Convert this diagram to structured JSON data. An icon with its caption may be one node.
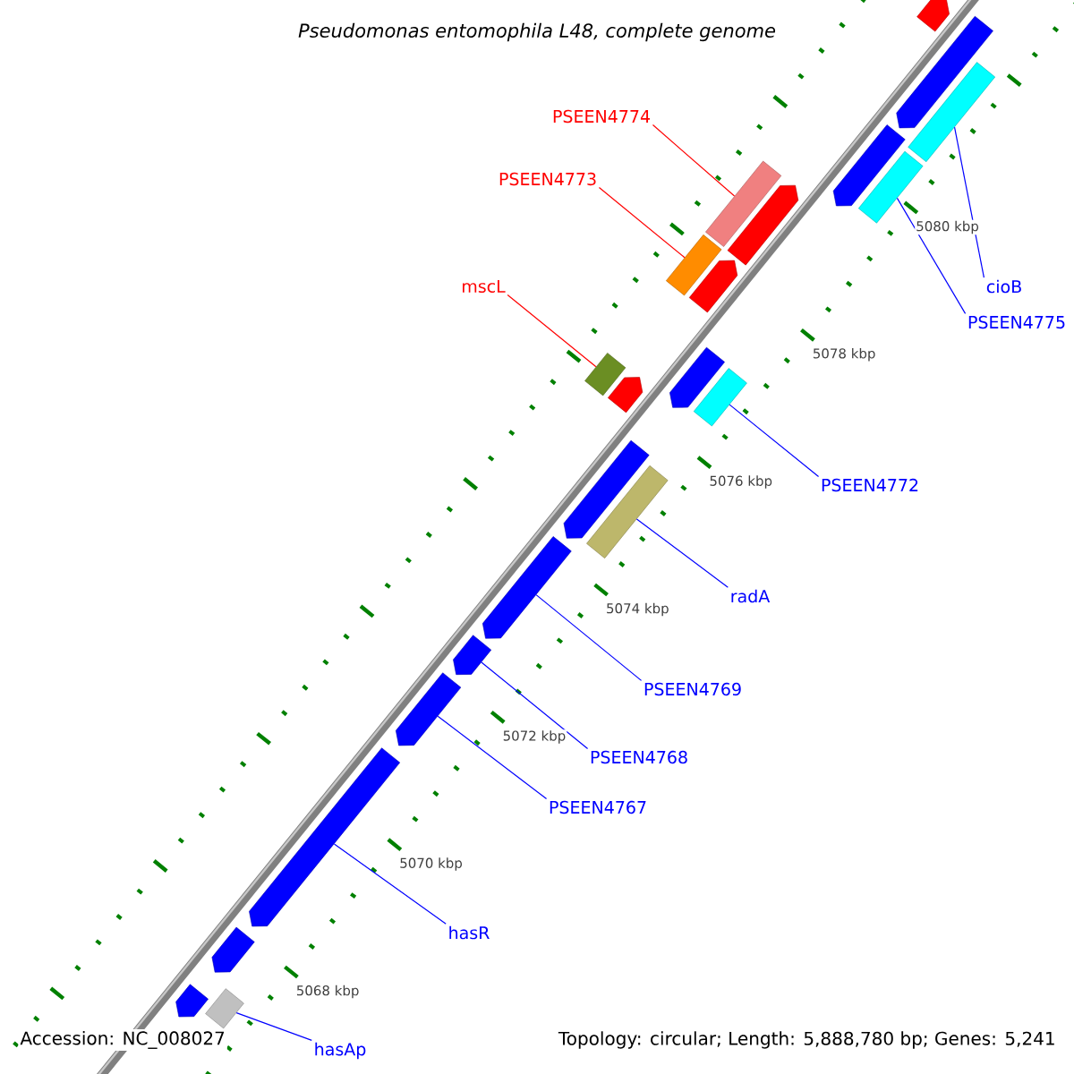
{
  "diagram": {
    "title": "Pseudomonas entomophila L48, complete genome",
    "nodes": [
      {
        "text": [
          "PSEEN4774"
        ]
      },
      {
        "text": [
          "PSEEN4773"
        ]
      },
      {
        "text": [
          "mscL"
        ]
      },
      {
        "text": [
          "cioB"
        ]
      },
      {
        "text": [
          "PSEEN4775"
        ]
      },
      {
        "text": [
          "PSEEN4772"
        ]
      },
      {
        "text": [
          "radA"
        ]
      },
      {
        "text": [
          "PSEEN4769"
        ]
      },
      {
        "text": [
          "PSEEN4768"
        ]
      },
      {
        "text": [
          "PSEEN4767"
        ]
      },
      {
        "text": [
          "hasR"
        ]
      },
      {
        "text": [
          "hasAp"
        ]
      },
      {
        "text": [],
        "shape": "arrow"
      },
      {
        "text": [],
        "shape": "arrow"
      },
      {
        "text": [],
        "shape": "bar"
      },
      {
        "text": [],
        "shape": "arrow"
      },
      {
        "text": [],
        "shape": "bar"
      },
      {
        "text": [],
        "shape": "bar"
      },
      {
        "text": [],
        "shape": "arrow"
      },
      {
        "text": [],
        "shape": "bar"
      },
      {
        "text": [],
        "shape": "arrow"
      },
      {
        "text": [],
        "shape": "arrow"
      },
      {
        "text": [],
        "shape": "bar"
      },
      {
        "text": [],
        "shape": "bar"
      },
      {
        "text": [],
        "shape": "arrow"
      },
      {
        "text": [],
        "shape": "arrow"
      },
      {
        "text": [],
        "shape": "bar"
      },
      {
        "text": [],
        "shape": "arrow"
      },
      {
        "text": [],
        "shape": "arrow"
      },
      {
        "text": [],
        "shape": "arrow"
      },
      {
        "text": [],
        "shape": "arrow"
      },
      {
        "text": [],
        "shape": "arrow"
      },
      {
        "text": [],
        "shape": "arrow"
      },
      {
        "text": [],
        "shape": "bar"
      }
    ],
    "edges": [
      {
        "from": 0,
        "to": 17,
        "arrow": "none",
        "color": "#ff0000"
      },
      {
        "from": 1,
        "to": 19,
        "arrow": "none",
        "color": "#ff0000"
      },
      {
        "from": 2,
        "to": 23,
        "arrow": "none",
        "color": "#ff0000"
      },
      {
        "from": 3,
        "to": 14,
        "arrow": "none"
      },
      {
        "from": 4,
        "to": 16,
        "arrow": "none"
      },
      {
        "from": 5,
        "to": 22,
        "arrow": "none"
      },
      {
        "from": 6,
        "to": 26,
        "arrow": "none"
      },
      {
        "from": 7,
        "to": 27,
        "arrow": "none"
      },
      {
        "from": 8,
        "to": 28,
        "arrow": "none"
      },
      {
        "from": 9,
        "to": 29,
        "arrow": "none"
      },
      {
        "from": 10,
        "to": 30,
        "arrow": "none"
      },
      {
        "from": 11,
        "to": 33,
        "arrow": "none"
      }
    ],
    "labels": [
      "5080 kbp",
      "5078 kbp",
      "5076 kbp",
      "5074 kbp",
      "5072 kbp",
      "5070 kbp",
      "5068 kbp",
      "Accession: NC_008027",
      "Topology: circular; Length: 5,888,780 bp; Genes: 5,241"
    ]
  }
}
